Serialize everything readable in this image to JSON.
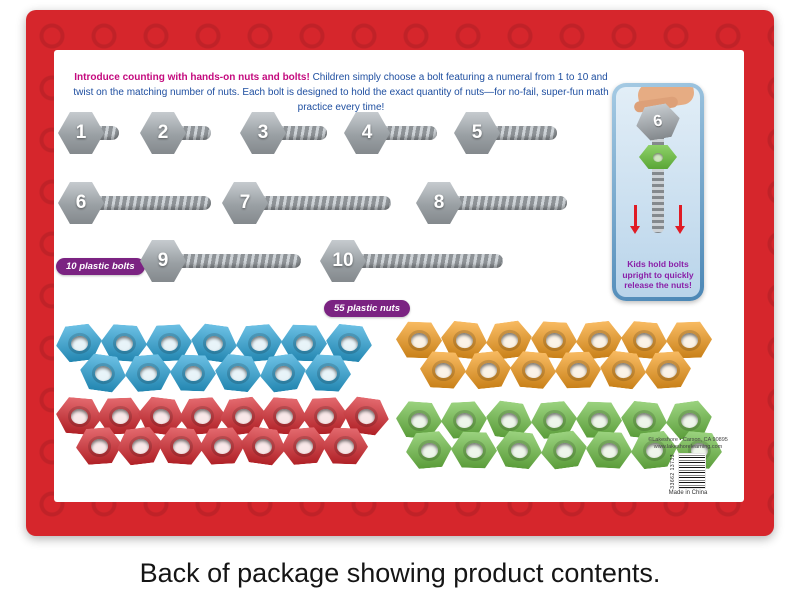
{
  "page": {
    "caption": "Back of package showing product contents."
  },
  "package": {
    "intro": {
      "lead": "Introduce counting with hands-on nuts and bolts!",
      "body": "Children simply choose a bolt featuring a numeral from 1 to 10 and twist on the matching number of nuts. Each bolt is designed to hold the exact quantity of nuts—for no-fail, super-fun math practice every time!"
    },
    "badges": {
      "bolts": "10 plastic bolts",
      "nuts": "55 plastic nuts"
    },
    "bolts": {
      "numbers": [
        1,
        2,
        3,
        4,
        5,
        6,
        7,
        8,
        9,
        10
      ]
    },
    "nut_groups": [
      {
        "color": "blue",
        "hex": "#2ba4d8",
        "rows": [
          7,
          6
        ]
      },
      {
        "color": "orange",
        "hex": "#f59d1e",
        "rows": [
          7,
          6
        ]
      },
      {
        "color": "red",
        "hex": "#d7282f",
        "rows": [
          8,
          7
        ]
      },
      {
        "color": "green",
        "hex": "#6fbf47",
        "rows": [
          7,
          7
        ]
      }
    ],
    "side_panel": {
      "bolt_number": "6",
      "caption": "Kids hold bolts upright to quickly release the nuts!"
    },
    "footer": {
      "copyright": "©Lakeshore • Carson, CA 90895",
      "website": "www.lakeshorelearning.com",
      "barcode_digits": "33662 13733",
      "made_in": "Made in China"
    },
    "colors": {
      "frame": "#d6262c",
      "badge": "#7b2382",
      "lead_text": "#c40a7e",
      "body_text": "#1f4fa0",
      "tip_caption": "#8a1fa8"
    }
  }
}
